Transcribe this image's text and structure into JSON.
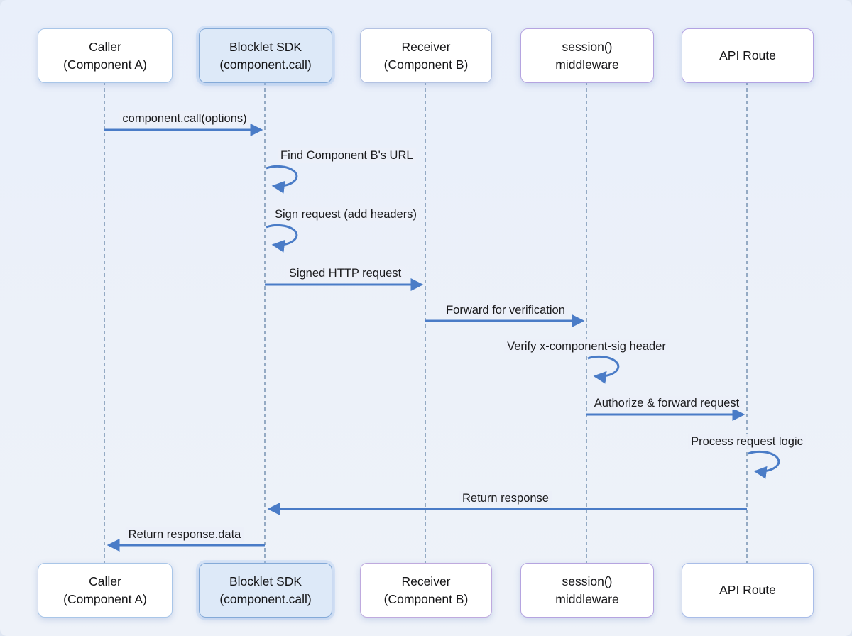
{
  "diagram": {
    "type": "sequence-diagram",
    "actors": [
      {
        "id": "caller",
        "label": "Caller\n(Component A)"
      },
      {
        "id": "sdk",
        "label": "Blocklet SDK\n(component.call)"
      },
      {
        "id": "receiver",
        "label": "Receiver\n(Component B)"
      },
      {
        "id": "session",
        "label": "session()\nmiddleware"
      },
      {
        "id": "api",
        "label": "API Route"
      }
    ],
    "messages": [
      {
        "label": "component.call(options)",
        "from": "caller",
        "to": "sdk",
        "type": "arrow"
      },
      {
        "label": "Find Component B's URL",
        "actor": "sdk",
        "type": "self-loop"
      },
      {
        "label": "Sign request (add headers)",
        "actor": "sdk",
        "type": "self-loop"
      },
      {
        "label": "Signed HTTP request",
        "from": "sdk",
        "to": "receiver",
        "type": "arrow"
      },
      {
        "label": "Forward for verification",
        "from": "receiver",
        "to": "session",
        "type": "arrow"
      },
      {
        "label": "Verify x-component-sig header",
        "actor": "session",
        "type": "self-loop"
      },
      {
        "label": "Authorize & forward request",
        "from": "session",
        "to": "api",
        "type": "arrow"
      },
      {
        "label": "Process request logic",
        "actor": "api",
        "type": "self-loop"
      },
      {
        "label": "Return response",
        "from": "api",
        "to": "sdk",
        "type": "arrow"
      },
      {
        "label": "Return response.data",
        "from": "sdk",
        "to": "caller",
        "type": "arrow"
      }
    ],
    "colors": {
      "background": "#ecf1f9",
      "arrow": "#4a7cc7",
      "lifeline": "#7f99b7",
      "actor_border_blue": "#a9c6e8",
      "actor_border_purple": "#b5a4e0",
      "sdk_box_fill": "#dde9f8",
      "text": "#1b1b1d"
    }
  }
}
